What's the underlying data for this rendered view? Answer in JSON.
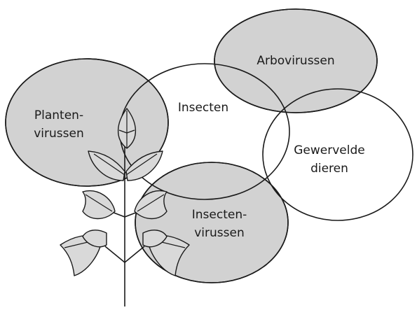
{
  "diagram": {
    "sets": {
      "plantenvirussen": {
        "lines": [
          "Planten-",
          "virussen"
        ],
        "shaded": true
      },
      "insecten": {
        "lines": [
          "Insecten"
        ],
        "shaded": false
      },
      "arbovirussen": {
        "lines": [
          "Arbovirussen"
        ],
        "shaded": true
      },
      "gewervelde": {
        "lines": [
          "Gewervelde",
          "dieren"
        ],
        "shaded": false
      },
      "insectenvirussen": {
        "lines": [
          "Insecten-",
          "virussen"
        ],
        "shaded": true
      }
    },
    "plant_icon": "plant-icon",
    "colors": {
      "shaded_fill": "#d2d2d2",
      "outline": "#1a1a1a",
      "background": "#ffffff"
    }
  }
}
